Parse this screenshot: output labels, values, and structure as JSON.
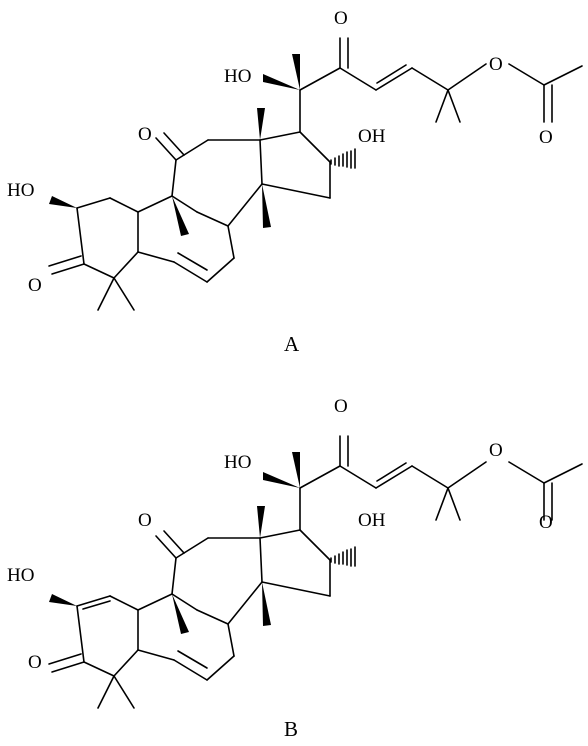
{
  "figure": {
    "structures": [
      {
        "caption": "A",
        "labels": {
          "oh_c2": "HO",
          "ketone_c3": "O",
          "ketone_c11": "O",
          "oh_c20": "HO",
          "ketone_c22": "O",
          "oh_c16": "OH",
          "ester_o": "O",
          "carbonyl_o": "O"
        }
      },
      {
        "caption": "B",
        "labels": {
          "oh_c2": "HO",
          "ketone_c3": "O",
          "ketone_c11": "O",
          "oh_c20": "HO",
          "ketone_c22": "O",
          "oh_c16": "OH",
          "ester_o": "O",
          "carbonyl_o": "O"
        }
      }
    ]
  }
}
